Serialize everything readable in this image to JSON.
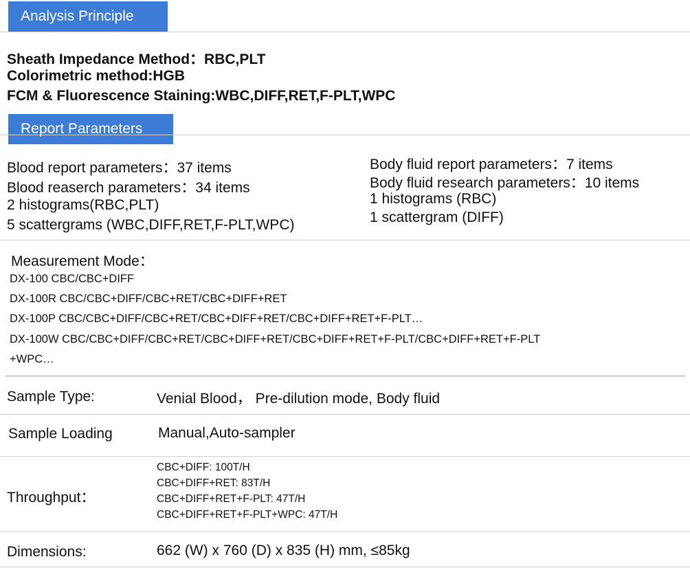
{
  "analysis": {
    "title": "Analysis Principle",
    "lines": [
      "Sheath Impedance Method：RBC,PLT",
      "Colorimetric method:HGB",
      "FCM & Fluorescence Staining:WBC,DIFF,RET,F-PLT,WPC"
    ]
  },
  "report": {
    "title": "Report Parameters",
    "blood": [
      "Blood report parameters：37 items",
      "Blood reaserch parameters：34 items",
      "2 histograms(RBC,PLT)",
      "5 scattergrams (WBC,DIFF,RET,F-PLT,WPC)"
    ],
    "body_fluid": [
      "Body fluid report parameters：7 items",
      "Body fluid research parameters：10 items",
      "1 histograms (RBC)",
      "1 scattergram (DIFF)"
    ]
  },
  "measurement": {
    "title": "Measurement Mode：",
    "lines": [
      "DX-100 CBC/CBC+DIFF",
      "DX-100R CBC/CBC+DIFF/CBC+RET/CBC+DIFF+RET",
      "DX-100P CBC/CBC+DIFF/CBC+RET/CBC+DIFF+RET/CBC+DIFF+RET+F-PLT…",
      "DX-100W CBC/CBC+DIFF/CBC+RET/CBC+DIFF+RET/CBC+DIFF+RET+F-PLT/CBC+DIFF+RET+F-PLT",
      "+WPC…"
    ]
  },
  "specs": {
    "sample_type": {
      "label": "Sample Type:",
      "value": "Venial Blood， Pre-dilution mode, Body fluid"
    },
    "sample_loading": {
      "label": "Sample Loading",
      "value": "Manual,Auto-sampler"
    },
    "throughput": {
      "label": "Throughput：",
      "values": [
        "CBC+DIFF: 100T/H",
        "CBC+DIFF+RET: 83T/H",
        "CBC+DIFF+RET+F-PLT: 47T/H",
        "CBC+DIFF+RET+F-PLT+WPC: 47T/H"
      ]
    },
    "dimensions": {
      "label": "Dimensions:",
      "value": "662 (W) x 760 (D) x 835 (H) mm, ≤85kg"
    }
  },
  "colors": {
    "accent": "#3d7cd6",
    "rule": "#cfcfcf"
  }
}
